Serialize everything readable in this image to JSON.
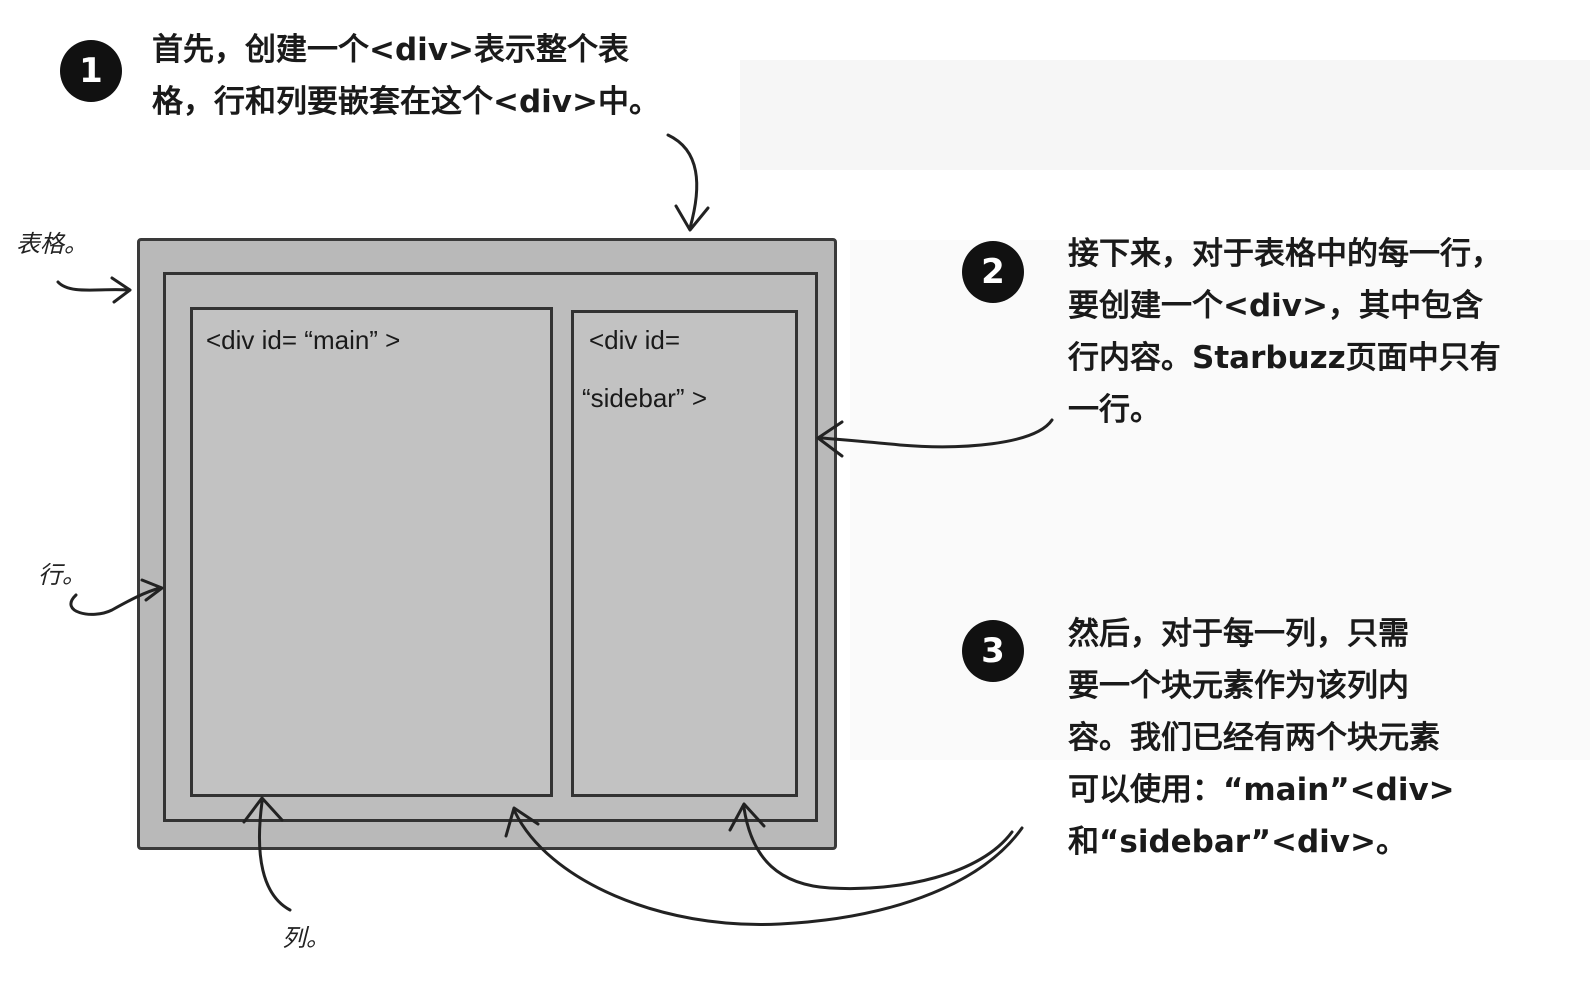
{
  "steps": [
    {
      "number": "1",
      "text": "首先，创建一个<div>表示整个表\n格，行和列要嵌套在这个<div>中。"
    },
    {
      "number": "2",
      "text": "接下来，对于表格中的每一行，\n要创建一个<div>，其中包含\n行内容。Starbuzz页面中只有\n一行。"
    },
    {
      "number": "3",
      "text": "然后，对于每一列，只需\n要一个块元素作为该列内\n容。我们已经有两个块元素\n可以使用：“main”<div>\n和“sidebar”<div>。"
    }
  ],
  "diagram": {
    "label_table": "表格。",
    "label_row": "行。",
    "label_column": "列。",
    "main_div_label": "<div id= “main” >",
    "sidebar_div_label_line1": "<div id=",
    "sidebar_div_label_line2": "“sidebar” >"
  },
  "colors": {
    "table_fill": "#b9b9b9",
    "row_fill": "#bdbdbd",
    "column_fill": "#c2c2c2",
    "ink": "#111111"
  }
}
